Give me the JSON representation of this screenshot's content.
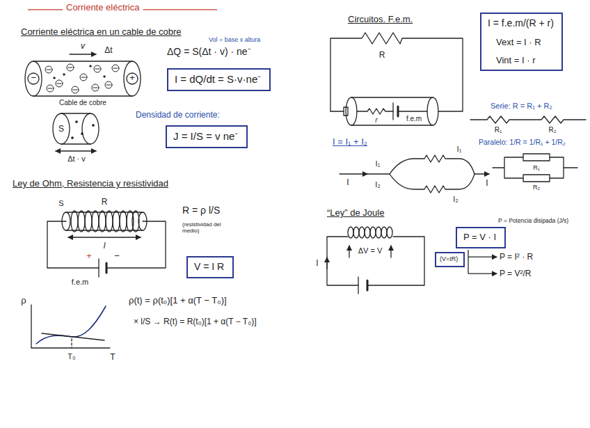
{
  "diagram": {
    "title": "Corriente eléctrica",
    "nodes": [
      {
        "text": [
          "I = dQ/dt = S·v·ne⁻"
        ]
      },
      {
        "text": [
          "J = I/S = v ne⁻"
        ]
      },
      {
        "text": [
          "V = I R"
        ]
      },
      {
        "text": [
          "I = f.e.m/(R + r)",
          "Vext = I · R",
          "Vint = I · r"
        ]
      },
      {
        "text": [
          "P = V · I"
        ]
      },
      {
        "text": [
          "(V=IR)"
        ]
      }
    ],
    "labels": [
      "Corriente eléctrica en un cable de cobre",
      "v",
      "Δt",
      "Vol = base x altura",
      "ΔQ = S(Δt · v) · ne⁻",
      "−",
      "+",
      "Cable de cobre",
      "S",
      "Δt · v",
      "Densidad de corriente:",
      "Ley de Ohm, Resistencia y resistividad",
      "R",
      "S",
      "l",
      "+",
      "−",
      "f.e.m",
      "R = ρ l/S",
      "(resistividad del medio)",
      "ρ",
      "T₀",
      "T",
      "ρ(t) = ρ(t₀)[1 + α(T − T₀)]",
      "× l/S → R(t) = R(t₀)[1 + α(T − T₀)]",
      "Circuitos. F.e.m.",
      "R",
      "r",
      "f.e.m",
      "Serie: R = R₁ + R₂",
      "R₁",
      "R₂",
      "Paralelo: 1/R = 1/R₁ + 1/R₂",
      "R₁",
      "R₂",
      "I = I₁ + I₂",
      "I",
      "I₁",
      "I₂",
      "I₁",
      "I₂",
      "I",
      "“Ley” de Joule",
      "ΔV = V",
      "I",
      "P = Potencia disipada (J/s)",
      "P = I² · R",
      "P = V²/R"
    ]
  }
}
